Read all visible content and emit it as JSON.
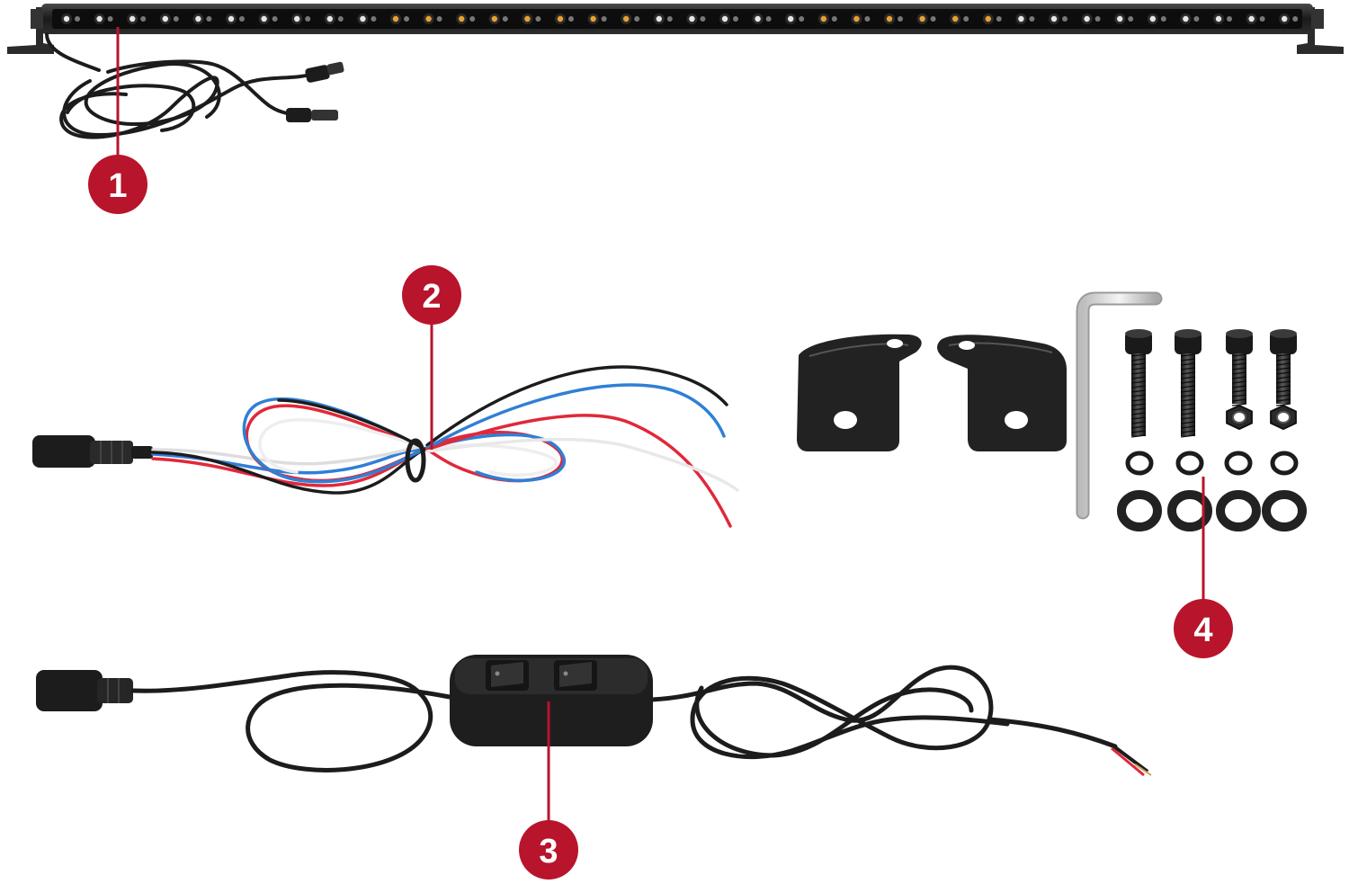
{
  "colors": {
    "background": "#ffffff",
    "callout_red": "#b8142b",
    "leader_line": "#b8142b",
    "cable_black": "#1c1c1c",
    "hardware_black": "#222222",
    "wire_red": "#e0283a",
    "wire_blue": "#2f7fd6",
    "wire_white": "#f2f2f2",
    "led_amber": "#e8a030",
    "led_white": "#e6e6e6"
  },
  "callouts": [
    {
      "number": "1",
      "item": "light-bar-with-wiring"
    },
    {
      "number": "2",
      "item": "wiring-harness-pigtail"
    },
    {
      "number": "3",
      "item": "switch-cable"
    },
    {
      "number": "4",
      "item": "mounting-hardware"
    }
  ],
  "icons": [
    "led-light-bar",
    "power-cable",
    "color-wire-bundle",
    "mounting-bracket",
    "hex-key",
    "bolt",
    "nut",
    "washer",
    "dual-rocker-switch"
  ]
}
